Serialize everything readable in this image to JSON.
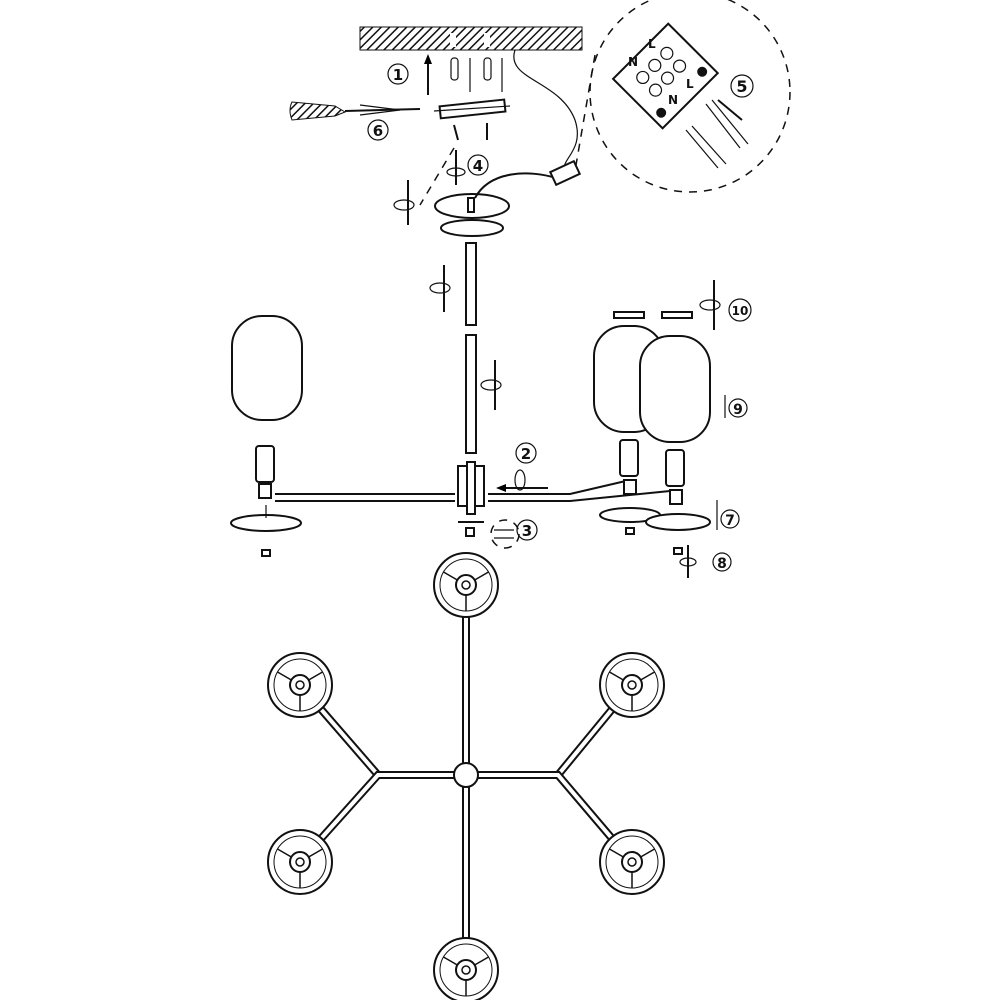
{
  "steps": [
    "1",
    "2",
    "3",
    "4",
    "5",
    "6",
    "7",
    "8",
    "9",
    "10"
  ],
  "terminal_labels": {
    "live": "L",
    "neutral": "N"
  },
  "colors": {
    "line": "#111111",
    "background": "#ffffff"
  }
}
